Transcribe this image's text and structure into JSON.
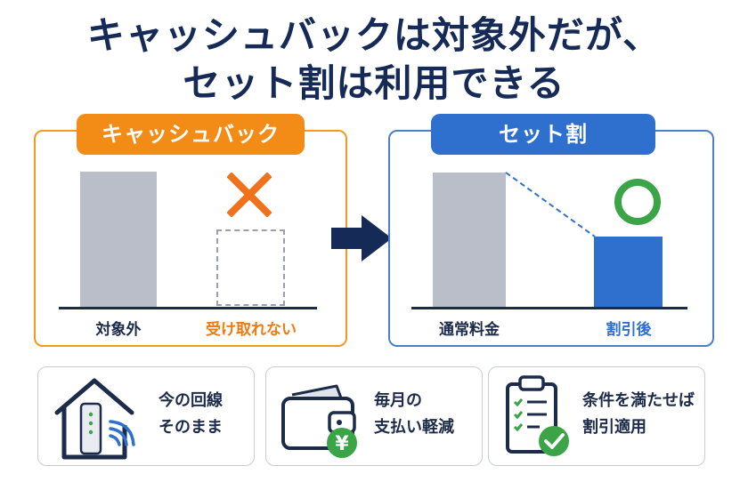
{
  "headline": {
    "line1": "キャッシュバックは対象外だが、",
    "line2": "セット割は利用できる"
  },
  "left_panel": {
    "tag": "キャッシュバック",
    "bar_label_1": "対象外",
    "bar_label_2": "受け取れない",
    "mark": "×"
  },
  "right_panel": {
    "tag": "セット割",
    "bar_label_1": "通常料金",
    "bar_label_2": "割引後",
    "mark": "○"
  },
  "cards": [
    {
      "line1": "今の回線",
      "line2": "そのまま",
      "icon": "house-router-icon"
    },
    {
      "line1": "毎月の",
      "line2": "支払い軽減",
      "icon": "wallet-yen-icon"
    },
    {
      "line1": "条件を満たせば",
      "line2": "割引適用",
      "icon": "clipboard-check-icon"
    }
  ],
  "colors": {
    "orange": "#f28c17",
    "blue": "#2f6fce",
    "navy": "#152a57",
    "gray_bar": "#b9bec9",
    "green": "#3aa447"
  }
}
